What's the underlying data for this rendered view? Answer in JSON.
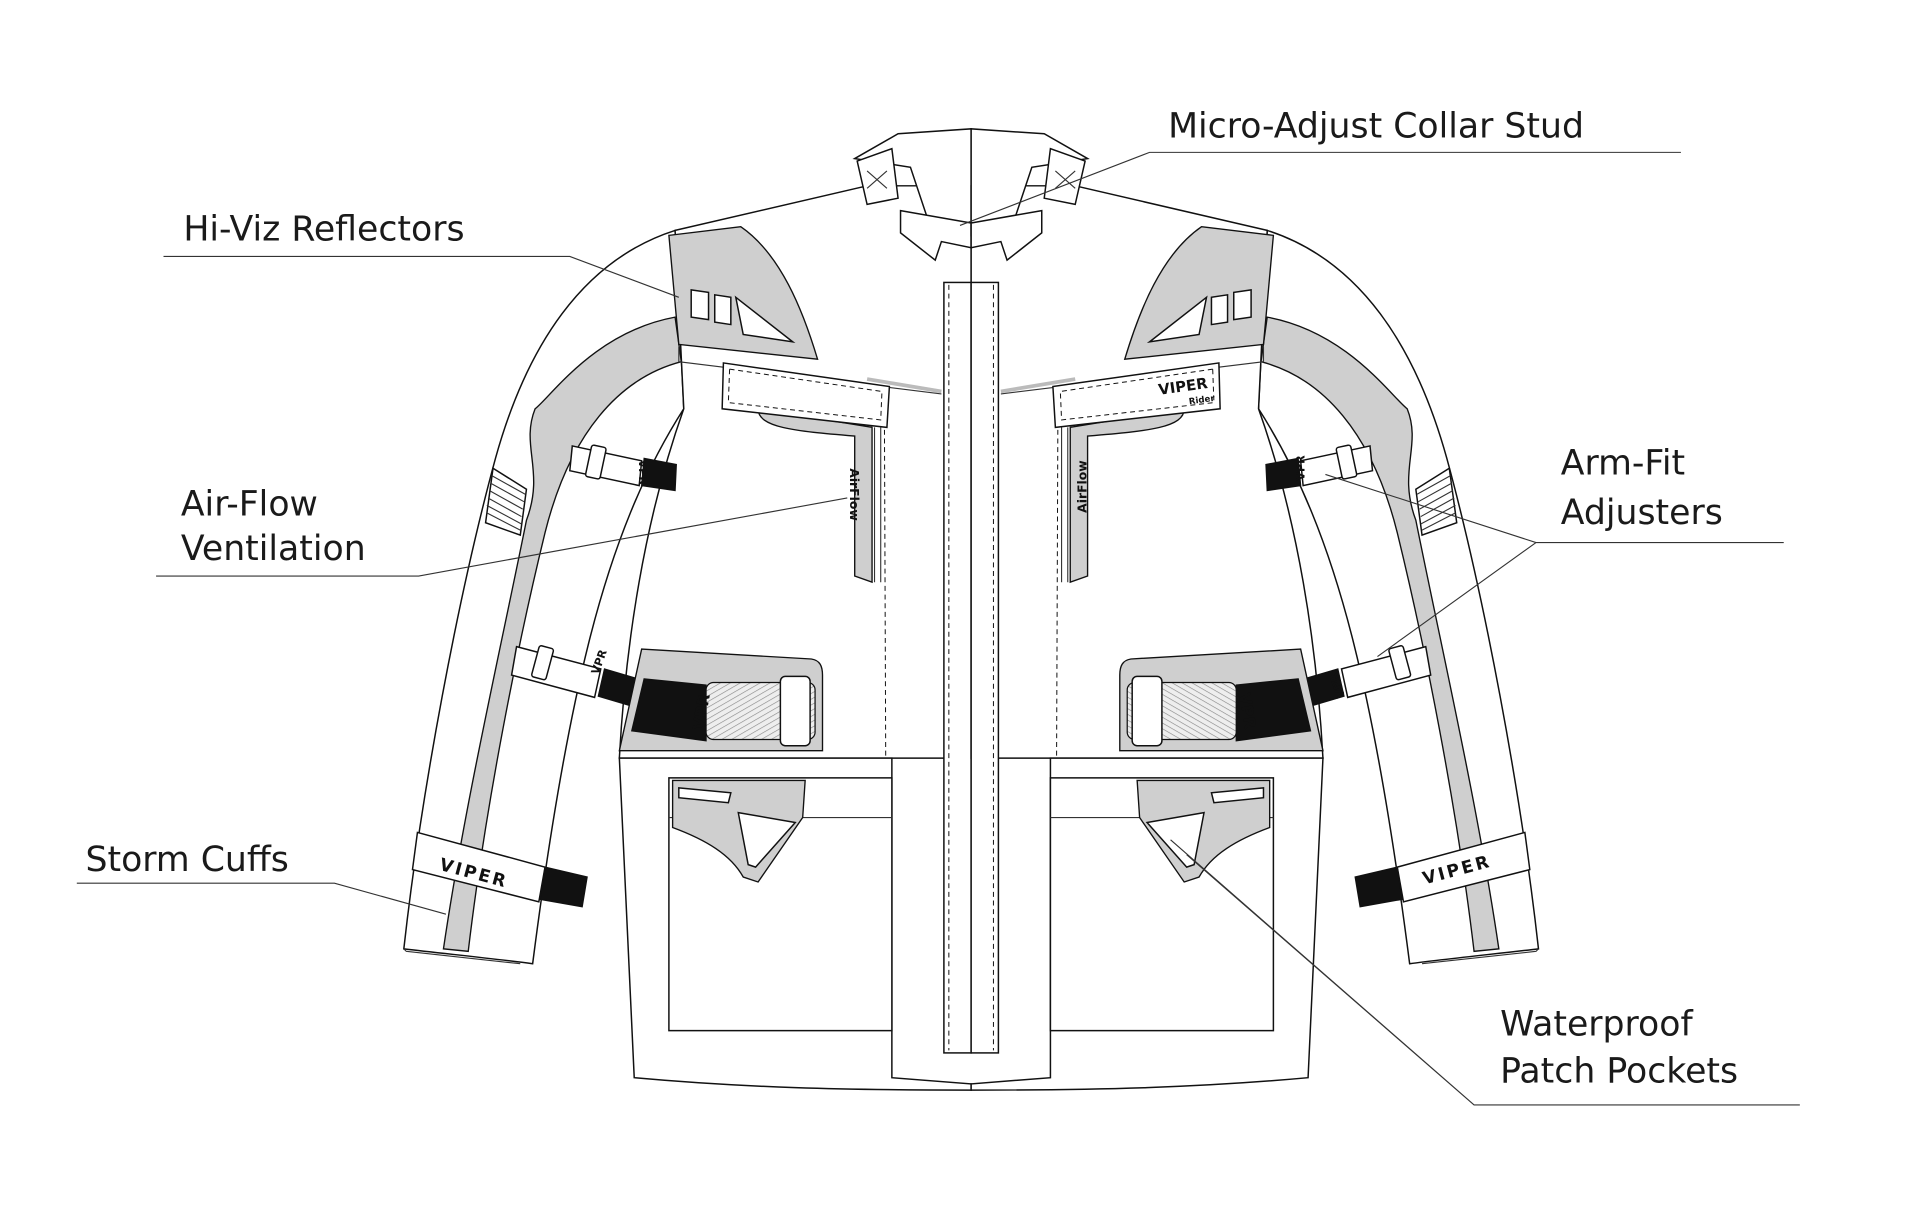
{
  "callouts": {
    "collar": "Micro-Adjust Collar Stud",
    "reflectors": "Hi-Viz Reflectors",
    "airflow_1": "Air-Flow",
    "airflow_2": "Ventilation",
    "cuffs": "Storm Cuffs",
    "armfit_1": "Arm-Fit",
    "armfit_2": "Adjusters",
    "pockets_1": "Waterproof",
    "pockets_2": "Patch Pockets"
  },
  "jacket_text": {
    "brand": "VIPER",
    "brand_sub": "Rider",
    "vent_label": "AirFlow",
    "strap_tag": "VPR"
  },
  "colors": {
    "panel_grey": "#cfcfcf",
    "line": "#111111"
  }
}
